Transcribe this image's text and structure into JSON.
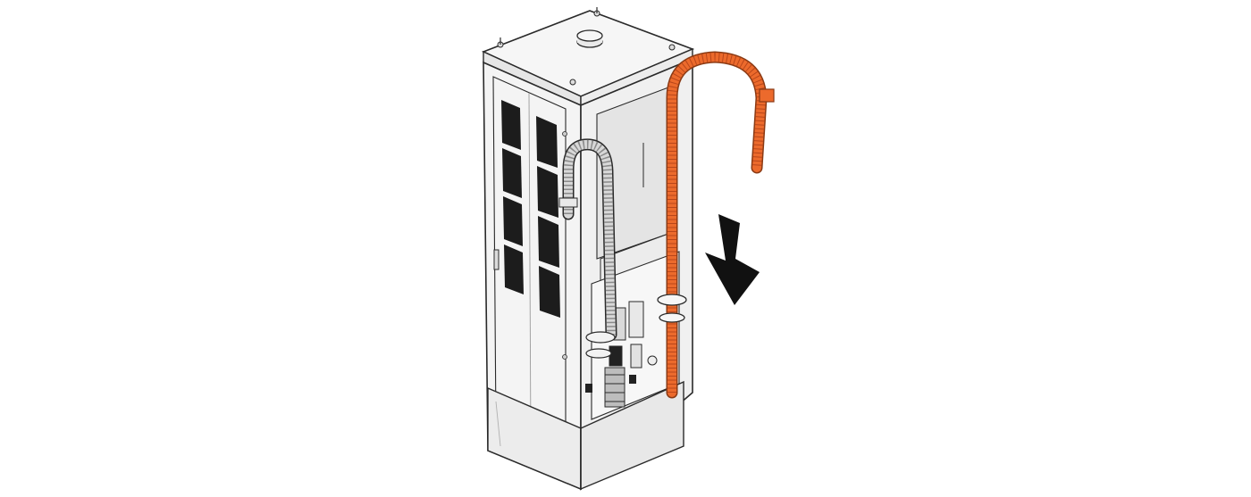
{
  "illustration": {
    "subject": "electrical-cabinet",
    "parts": {
      "cabinet": "cabinet-body",
      "flexible_conduit": "gray-flexible-conduit",
      "highlighted_hose": "orange-flexible-hose",
      "direction_indicator": "down-arrow"
    },
    "colors": {
      "line": "#2a2a2a",
      "panel": "#f4f4f4",
      "panel_shade": "#e2e2e2",
      "vent": "#1c1c1c",
      "highlight": "#ec6a2c",
      "highlight_dark": "#b8461a",
      "arrow": "#111111",
      "background": "#ffffff"
    }
  }
}
